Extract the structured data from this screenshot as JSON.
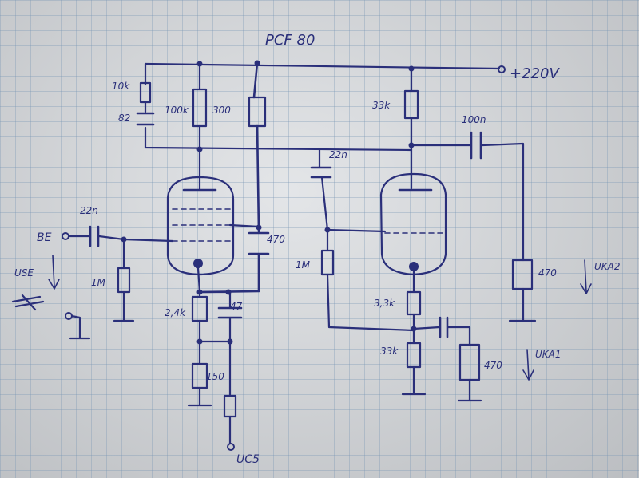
{
  "title": "PCF 80",
  "supply": "+220V",
  "labels": {
    "be": "BE",
    "use": "USE",
    "uce": "UC5",
    "uka2": "UKA2",
    "uka1": "UKA1"
  },
  "components": {
    "r_10k": "10k",
    "c_82": "82",
    "r_100k": "100k",
    "r_300": "300",
    "c_22n_in": "22n",
    "r_1m_in": "1M",
    "c_470_grid": "470",
    "r_2_4k": "2,4k",
    "c_47": "47",
    "r_150": "150",
    "c_22n_mid": "22n",
    "r_1m_mid": "1M",
    "r_33k": "33k",
    "c_100n": "100n",
    "c_470_out": "470",
    "r_3_3k": "3,3k",
    "r_33k_low": "33k",
    "c_470_cath": "470"
  }
}
